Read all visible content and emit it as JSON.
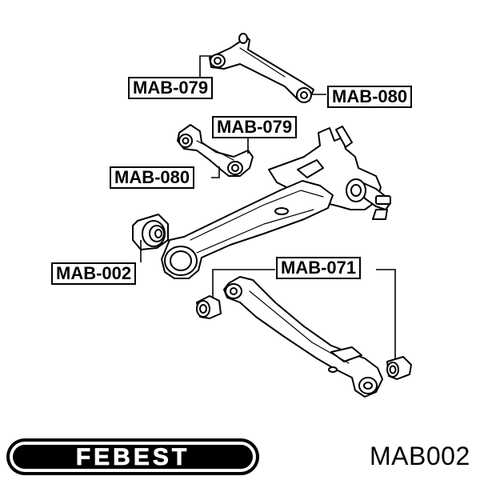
{
  "callouts": {
    "upper_arm_079": "MAB-079",
    "upper_arm_080": "MAB-080",
    "lower_arm_079": "MAB-079",
    "lower_arm_080": "MAB-080",
    "trailing_arm_002": "MAB-002",
    "lateral_arm_071": "MAB-071"
  },
  "brand": {
    "logo_text": "FEBEST"
  },
  "part_number": "MAB002",
  "colors": {
    "ink": "#000000",
    "paper": "#ffffff"
  }
}
